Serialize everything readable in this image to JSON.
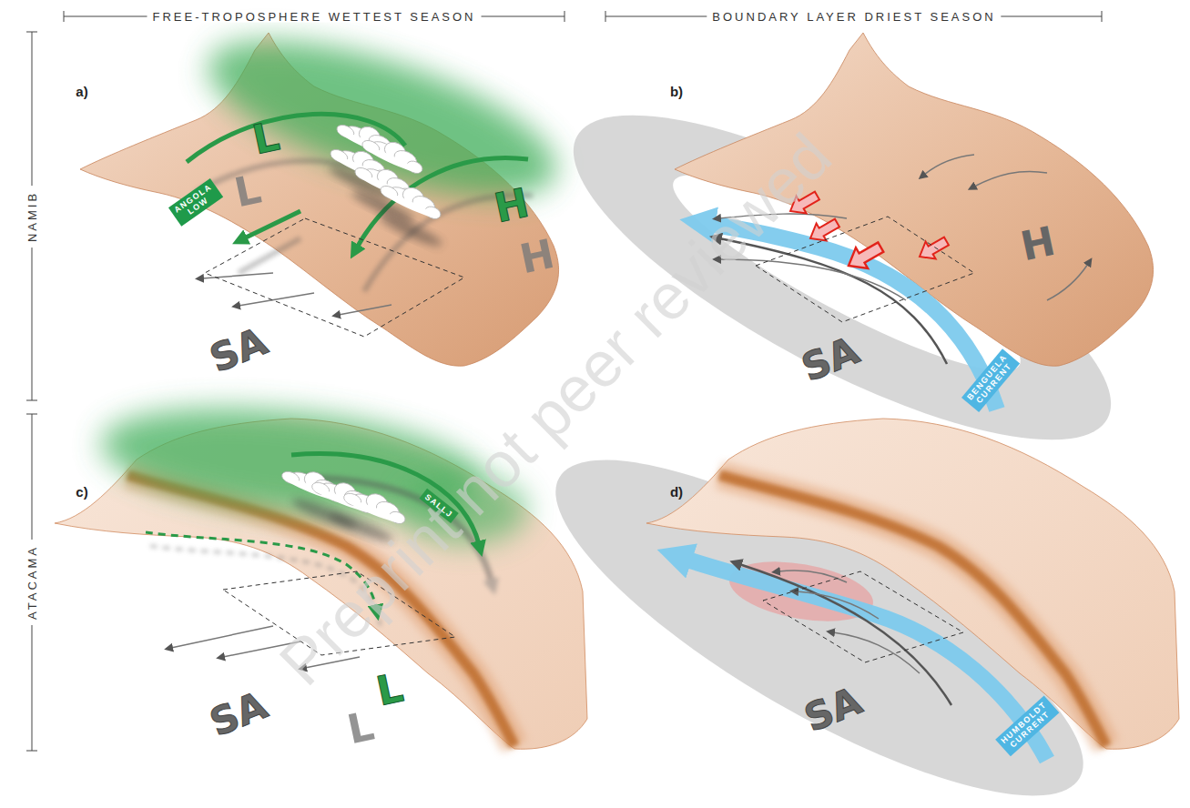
{
  "diagram": {
    "nodes": [
      {
        "text": [
          "ANGOLA LOW"
        ]
      }
    ],
    "labels": [
      "FREE-TROPOSPHERE WETTEST SEASON",
      "BOUNDARY LAYER DRIEST SEASON",
      "NAMIB",
      "ATACAMA",
      "a)",
      "L",
      "L",
      "H",
      "H",
      "SA",
      "b)",
      "H",
      "BENGUELA CURRENT",
      "SA",
      "c)",
      "SALLJ",
      "L",
      "L",
      "SA",
      "d)",
      "HUMBOLDT CURRENT",
      "SA",
      "Preprint not peer reviewed"
    ]
  }
}
